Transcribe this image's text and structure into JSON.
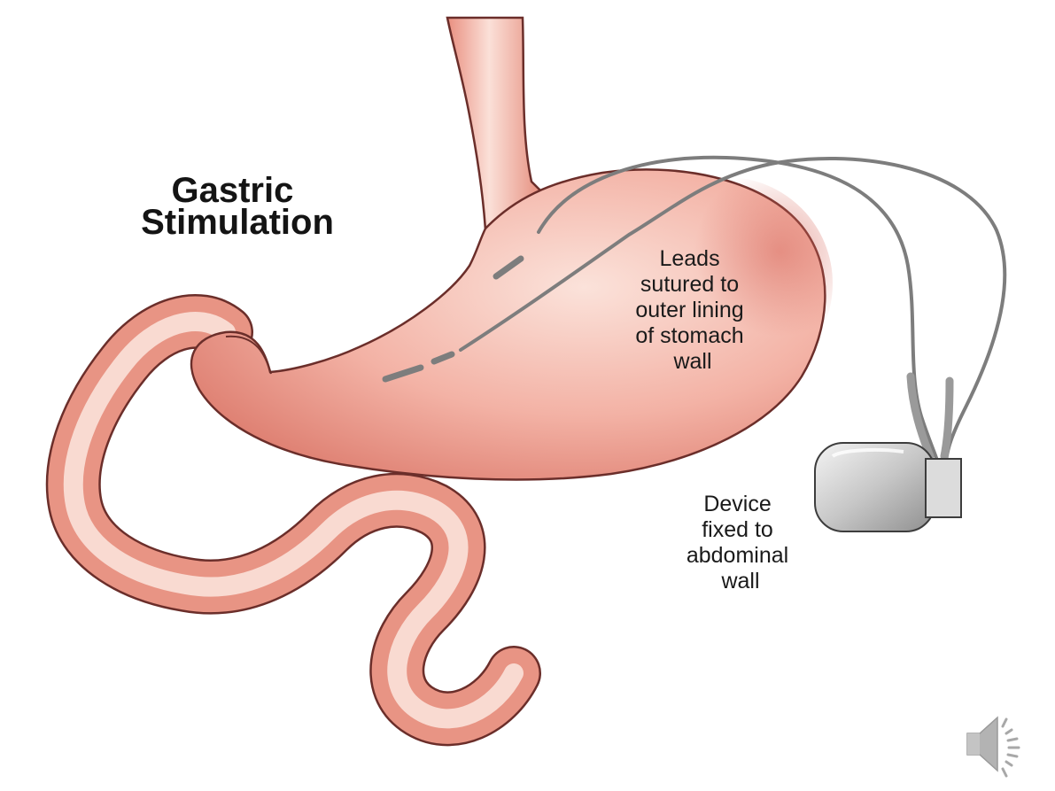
{
  "title": {
    "lines": [
      "Gastric",
      "Stimulation"
    ]
  },
  "labels": {
    "leads": {
      "lines": [
        "Leads",
        "sutured to",
        "outer lining",
        "of stomach",
        "wall"
      ]
    },
    "device": {
      "lines": [
        "Device",
        "fixed to",
        "abdominal",
        "wall"
      ]
    }
  },
  "icons": {
    "audio": "speaker-icon"
  },
  "colors": {
    "tissue_light": "#fbe0d8",
    "tissue_mid": "#f2a89a",
    "tissue_dark": "#d56a5f",
    "outline": "#6b2e2a",
    "lead_wire": "#7d7d7d",
    "device_body": "#c9c9c9",
    "text": "#1a1a1a"
  }
}
